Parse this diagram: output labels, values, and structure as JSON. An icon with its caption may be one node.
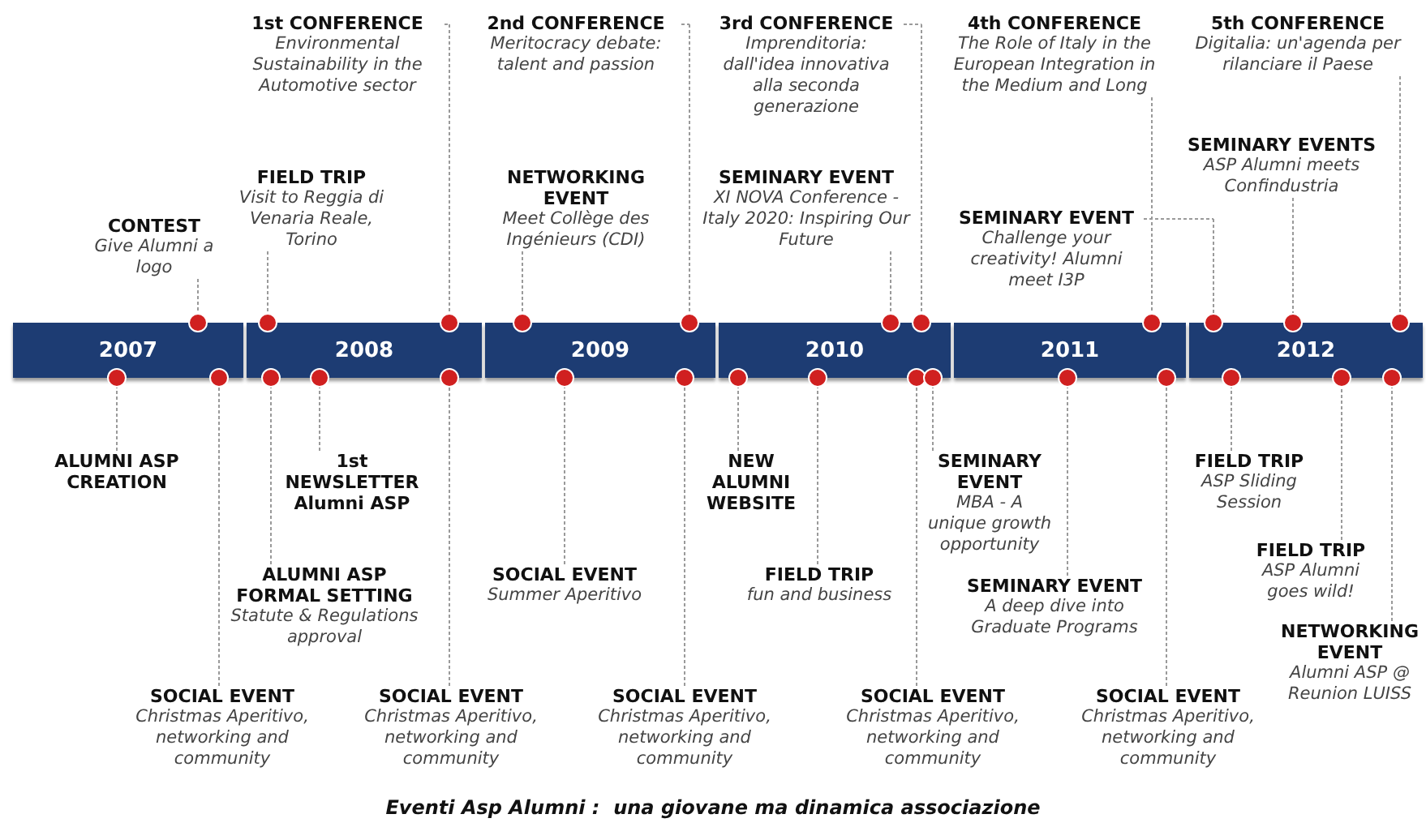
{
  "diagram": {
    "caption": "Eventi Asp Alumni :  una giovane ma dinamica associazione",
    "nodes": [
      {
        "text": [
          "2007"
        ]
      },
      {
        "text": [
          "2008"
        ]
      },
      {
        "text": [
          "2009"
        ]
      },
      {
        "text": [
          "2010"
        ]
      },
      {
        "text": [
          "2011"
        ]
      },
      {
        "text": [
          "2012"
        ]
      },
      {
        "text": [
          "CONTEST",
          "Give Alumni a logo"
        ]
      },
      {
        "text": [
          "1st CONFERENCE",
          "Environmental Sustainability in the Automotive sector"
        ]
      },
      {
        "text": [
          "FIELD TRIP",
          "Visit to Reggia di Venaria Reale, Torino"
        ]
      },
      {
        "text": [
          "2nd CONFERENCE",
          "Meritocracy debate: talent and passion"
        ]
      },
      {
        "text": [
          "NETWORKING EVENT",
          "Meet Collège des Ingénieurs (CDI)"
        ]
      },
      {
        "text": [
          "3rd CONFERENCE",
          "Imprenditoria: dall'idea innovativa alla seconda generazione"
        ]
      },
      {
        "text": [
          "SEMINARY EVENT",
          "XI NOVA Conference - Italy 2020: Inspiring Our Future"
        ]
      },
      {
        "text": [
          "4th CONFERENCE",
          "The Role of Italy in the European Integration in the Medium and Long"
        ]
      },
      {
        "text": [
          "5th CONFERENCE",
          "Digitalia: un'agenda per rilanciare il Paese"
        ]
      },
      {
        "text": [
          "SEMINARY EVENTS",
          "ASP Alumni meets Confindustria"
        ]
      },
      {
        "text": [
          "SEMINARY EVENT",
          "Challenge your creativity! Alumni meet I3P"
        ]
      },
      {
        "text": [
          "ALUMNI ASP CREATION"
        ]
      },
      {
        "text": [
          "1st NEWSLETTER Alumni ASP"
        ]
      },
      {
        "text": [
          "NEW ALUMNI WEBSITE"
        ]
      },
      {
        "text": [
          "SEMINARY EVENT",
          "MBA - A unique growth opportunity"
        ]
      },
      {
        "text": [
          "FIELD TRIP",
          "ASP Sliding Session"
        ]
      },
      {
        "text": [
          "ALUMNI ASP FORMAL SETTING",
          "Statute & Regulations approval"
        ]
      },
      {
        "text": [
          "SOCIAL EVENT",
          "Summer Aperitivo"
        ]
      },
      {
        "text": [
          "FIELD TRIP",
          "fun and business"
        ]
      },
      {
        "text": [
          "SEMINARY EVENT",
          "A deep dive into Graduate Programs"
        ]
      },
      {
        "text": [
          "FIELD TRIP",
          "ASP Alumni goes wild!"
        ]
      },
      {
        "text": [
          "NETWORKING EVENT",
          "Alumni ASP @ Reunion LUISS"
        ]
      },
      {
        "text": [
          "SOCIAL EVENT",
          "Christmas Aperitivo, networking and community"
        ]
      },
      {
        "text": [
          "SOCIAL EVENT",
          "Christmas Aperitivo, networking and community"
        ]
      },
      {
        "text": [
          "SOCIAL EVENT",
          "Christmas Aperitivo, networking and community"
        ]
      },
      {
        "text": [
          "SOCIAL EVENT",
          "Christmas Aperitivo, networking and community"
        ]
      },
      {
        "text": [
          "SOCIAL EVENT",
          "Christmas Aperitivo, networking and community"
        ]
      },
      {
        "text": [],
        "shape": "circle"
      },
      {
        "text": [],
        "shape": "circle"
      },
      {
        "text": [],
        "shape": "circle"
      },
      {
        "text": [],
        "shape": "circle"
      },
      {
        "text": [],
        "shape": "circle"
      },
      {
        "text": [],
        "shape": "circle"
      },
      {
        "text": [],
        "shape": "circle"
      },
      {
        "text": [],
        "shape": "circle"
      },
      {
        "text": [],
        "shape": "circle"
      },
      {
        "text": [],
        "shape": "circle"
      },
      {
        "text": [],
        "shape": "circle"
      },
      {
        "text": [],
        "shape": "circle"
      },
      {
        "text": [],
        "shape": "circle"
      },
      {
        "text": [],
        "shape": "circle"
      },
      {
        "text": [],
        "shape": "circle"
      },
      {
        "text": [],
        "shape": "circle"
      },
      {
        "text": [],
        "shape": "circle"
      },
      {
        "text": [],
        "shape": "circle"
      },
      {
        "text": [],
        "shape": "circle"
      },
      {
        "text": [],
        "shape": "circle"
      },
      {
        "text": [],
        "shape": "circle"
      },
      {
        "text": [],
        "shape": "circle"
      },
      {
        "text": [],
        "shape": "circle"
      },
      {
        "text": [],
        "shape": "circle"
      },
      {
        "text": [],
        "shape": "circle"
      },
      {
        "text": [],
        "shape": "circle"
      },
      {
        "text": [],
        "shape": "circle"
      }
    ],
    "edges": [
      {
        "from": 6,
        "to": 33,
        "arrow": "none",
        "style": "dashed"
      },
      {
        "from": 7,
        "to": 35,
        "arrow": "none",
        "style": "dashed"
      },
      {
        "from": 8,
        "to": 34,
        "arrow": "none",
        "style": "dashed"
      },
      {
        "from": 9,
        "to": 37,
        "arrow": "none",
        "style": "dashed"
      },
      {
        "from": 10,
        "to": 36,
        "arrow": "none",
        "style": "dashed"
      },
      {
        "from": 11,
        "to": 39,
        "arrow": "none",
        "style": "dashed"
      },
      {
        "from": 12,
        "to": 38,
        "arrow": "none",
        "style": "dashed"
      },
      {
        "from": 13,
        "to": 40,
        "arrow": "none",
        "style": "dashed"
      },
      {
        "from": 14,
        "to": 43,
        "arrow": "none",
        "style": "dashed"
      },
      {
        "from": 15,
        "to": 42,
        "arrow": "none",
        "style": "dashed"
      },
      {
        "from": 16,
        "to": 41,
        "arrow": "none",
        "style": "dashed"
      },
      {
        "from": 17,
        "to": 44,
        "arrow": "none",
        "style": "dashed"
      },
      {
        "from": 18,
        "to": 47,
        "arrow": "none",
        "style": "dashed"
      },
      {
        "from": 19,
        "to": 51,
        "arrow": "none",
        "style": "dashed"
      },
      {
        "from": 20,
        "to": 54,
        "arrow": "none",
        "style": "dashed"
      },
      {
        "from": 21,
        "to": 57,
        "arrow": "none",
        "style": "dashed"
      },
      {
        "from": 22,
        "to": 46,
        "arrow": "none",
        "style": "dashed"
      },
      {
        "from": 23,
        "to": 49,
        "arrow": "none",
        "style": "dashed"
      },
      {
        "from": 24,
        "to": 52,
        "arrow": "none",
        "style": "dashed"
      },
      {
        "from": 25,
        "to": 55,
        "arrow": "none",
        "style": "dashed"
      },
      {
        "from": 26,
        "to": 58,
        "arrow": "none",
        "style": "dashed"
      },
      {
        "from": 27,
        "to": 59,
        "arrow": "none",
        "style": "dashed"
      },
      {
        "from": 28,
        "to": 45,
        "arrow": "none",
        "style": "dashed"
      },
      {
        "from": 29,
        "to": 48,
        "arrow": "none",
        "style": "dashed"
      },
      {
        "from": 30,
        "to": 50,
        "arrow": "none",
        "style": "dashed"
      },
      {
        "from": 31,
        "to": 53,
        "arrow": "none",
        "style": "dashed"
      },
      {
        "from": 32,
        "to": 56,
        "arrow": "none",
        "style": "dashed"
      }
    ]
  }
}
